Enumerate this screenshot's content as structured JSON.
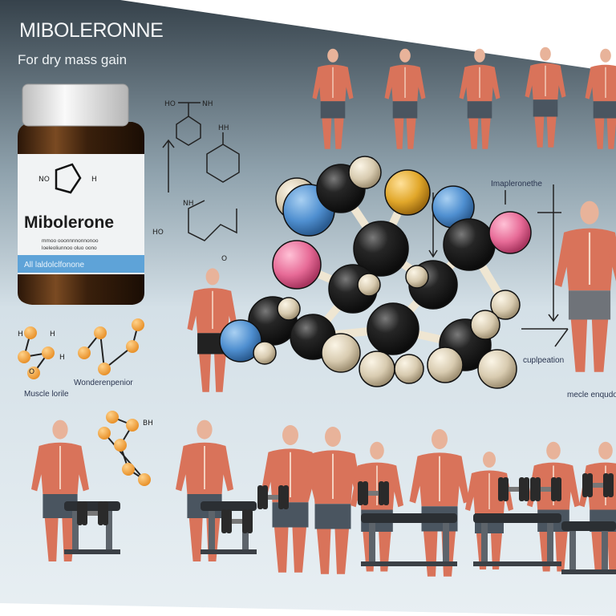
{
  "header": {
    "title": "MIBOLERONNE",
    "subtitle": "For dry mass gain"
  },
  "bottle": {
    "name": "Mibolerone",
    "small_line_1": "mmoo ooonnnnonnonoo",
    "small_line_2": "loeleoliunnoo oluo oono",
    "band_text": "All laldolclfonone",
    "structure_labels": [
      "NO",
      "H"
    ]
  },
  "labels": {
    "muscle": "Muscle lorile",
    "wonder": "Wonderenpenior",
    "imaple": "Imapleronethe",
    "cupl": "cuplpeation",
    "mecle": "mecle enqudone"
  },
  "chem_labels": {
    "top_left": "HO",
    "top_right": "NH",
    "hh": "HH",
    "nh": "NH",
    "ho2": "HO",
    "o": "O",
    "h": "H",
    "bh": "BH"
  },
  "colors": {
    "header_bg": "#3b4852",
    "bg_light": "#dfe9ef",
    "muscle": "#d9735a",
    "shorts": "#4a5560",
    "atom_black": "#1e1e1e",
    "atom_beige": "#d9cdb4",
    "atom_blue": "#4f8fd0",
    "atom_pink": "#e76b97",
    "atom_gold": "#e1a72a",
    "orange_atom": "#f3a93c",
    "bottle_band": "#5ea3d8"
  }
}
